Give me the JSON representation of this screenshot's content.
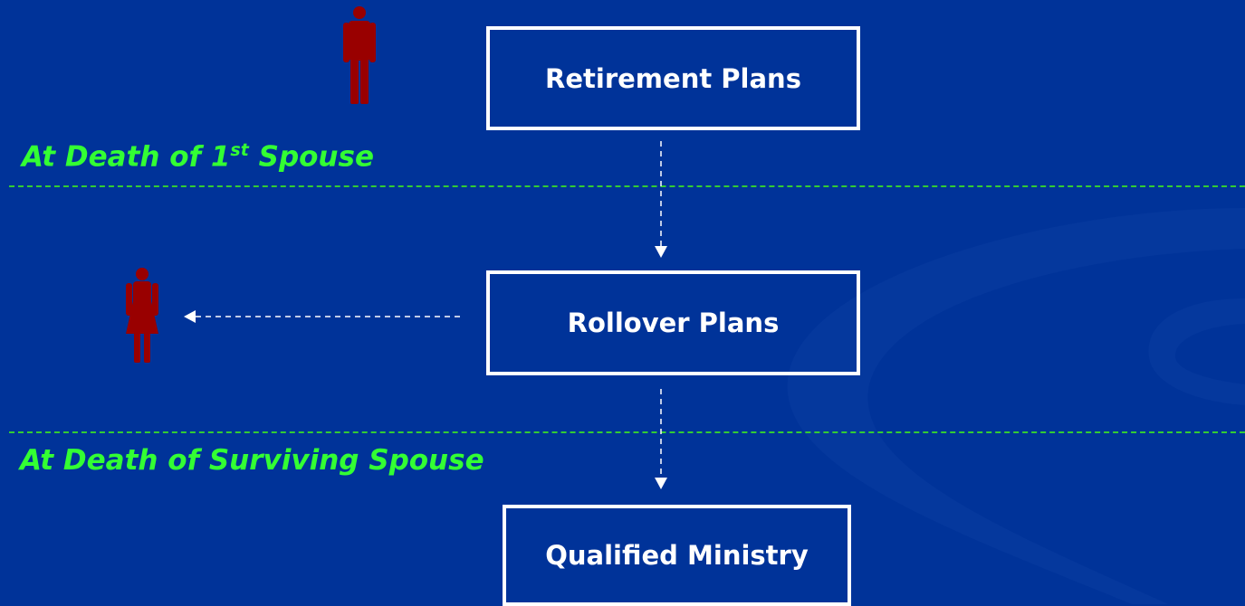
{
  "diagram": {
    "boxes": {
      "retirement_plans": "Retirement Plans",
      "rollover_plans": "Rollover Plans",
      "qualified_ministry": "Qualified Ministry"
    },
    "milestones": {
      "first_death_prefix": "At Death of 1",
      "first_death_sup": "st",
      "first_death_suffix": " Spouse",
      "surviving_death": "At Death of Surviving Spouse"
    },
    "figures": {
      "first_spouse": "male-person-icon",
      "surviving_spouse": "female-person-icon"
    },
    "colors": {
      "background": "#003399",
      "box_border": "#ffffff",
      "milestone_text": "#33ff33",
      "divider": "#33cc33",
      "figure": "#990000",
      "arrow": "#ffffff"
    }
  }
}
